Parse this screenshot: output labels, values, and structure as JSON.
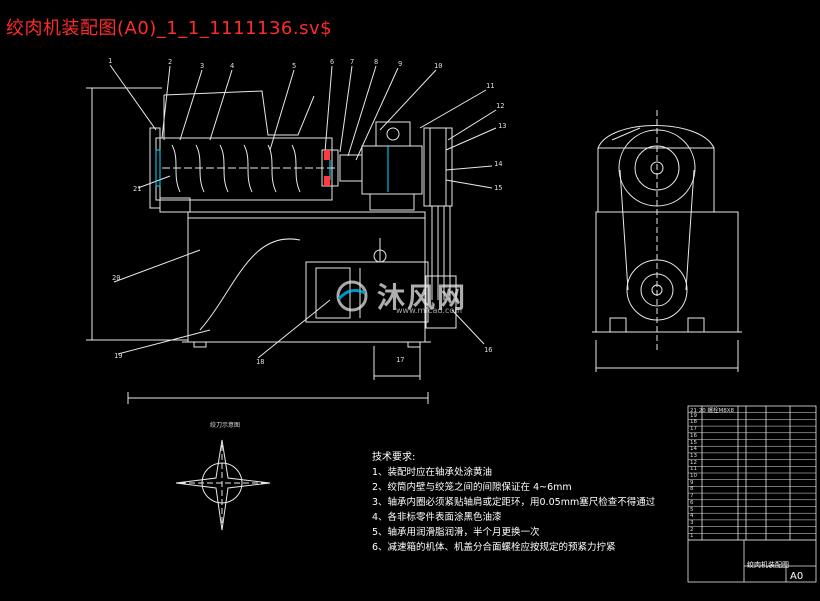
{
  "title": "绞肉机装配图(A0)_1_1_1111136.sv$",
  "colors": {
    "background": "#000000",
    "lines": "#ffffff",
    "title": "#ff2a2a",
    "accent_cyan": "#00e0ff"
  },
  "callouts": [
    "1",
    "2",
    "3",
    "4",
    "5",
    "6",
    "7",
    "8",
    "9",
    "10",
    "11",
    "12",
    "13",
    "14",
    "15",
    "16",
    "17",
    "18",
    "19",
    "20",
    "21"
  ],
  "detail_label": "绞刀示意图",
  "technical_requirements": {
    "heading": "技术要求:",
    "items": [
      "1、装配时应在轴承处涂黄油",
      "2、绞筒内壁与绞笼之间的间隙保证在 4~6mm",
      "3、轴承内圈必须紧贴轴肩或定距环，用0.05mm塞尺检查不得通过",
      "4、各非标零件表面涂黑色油漆",
      "5、轴承用润滑脂润滑，半个月更换一次",
      "6、减速箱的机体、机盖分合面螺栓应按规定的预紧力拧紧"
    ]
  },
  "watermark": {
    "text": "沐风网",
    "url": "www.mfcad.com"
  },
  "bom_rows": [
    "21 20  螺栓M8X8",
    "19",
    "18",
    "17",
    "16",
    "15",
    "14",
    "13",
    "12",
    "11",
    "10",
    "9",
    "8",
    "7",
    "6",
    "5",
    "4",
    "3",
    "2",
    "1"
  ],
  "title_block": {
    "name": "绞肉机装配图",
    "size": "A0"
  }
}
